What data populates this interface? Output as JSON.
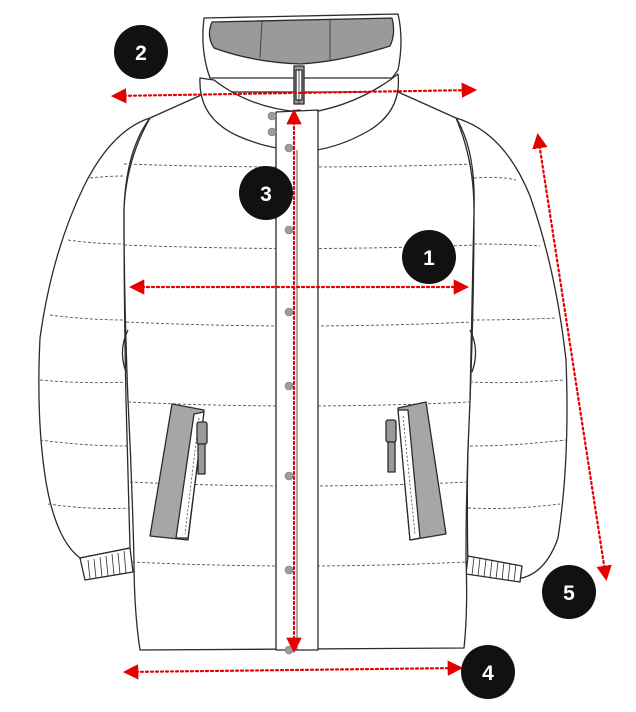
{
  "colors": {
    "measure_line": "#e60000",
    "badge_fill": "#111111",
    "badge_text": "#ffffff",
    "outline": "#2b2b2b",
    "quilt_line": "#555555",
    "collar_lining": "#9a9a9a",
    "pocket_gray": "#a6a6a6",
    "snap_gray": "#9d9d9d"
  },
  "icons": {
    "garment": "puffer-jacket-icon",
    "zipper": "zipper-pull-icon",
    "snap": "snap-button-icon"
  },
  "markers": [
    {
      "id": "1",
      "label": "1"
    },
    {
      "id": "2",
      "label": "2"
    },
    {
      "id": "3",
      "label": "3"
    },
    {
      "id": "4",
      "label": "4"
    },
    {
      "id": "5",
      "label": "5"
    }
  ]
}
